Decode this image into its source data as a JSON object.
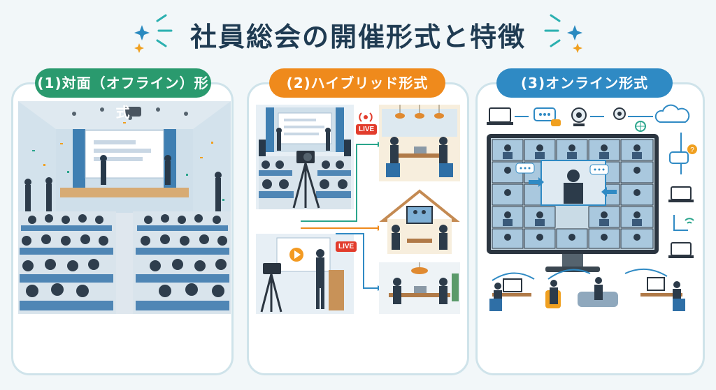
{
  "title": "社員総会の開催形式と特徴",
  "formats": [
    {
      "label": "(1)対面（オフライン）形式",
      "color": "#2a9a6e"
    },
    {
      "label": "(2)ハイブリッド形式",
      "color": "#ef8a1c"
    },
    {
      "label": "(3)オンライン形式",
      "color": "#2f8ac4"
    }
  ],
  "live_badge": "LIVE",
  "icons": [
    "laptop-icon",
    "chat-bubble-icon",
    "webcam-icon",
    "cloud-icon",
    "globe-icon",
    "question-bubble-icon",
    "wifi-icon",
    "camera-icon",
    "live-broadcast-icon"
  ]
}
